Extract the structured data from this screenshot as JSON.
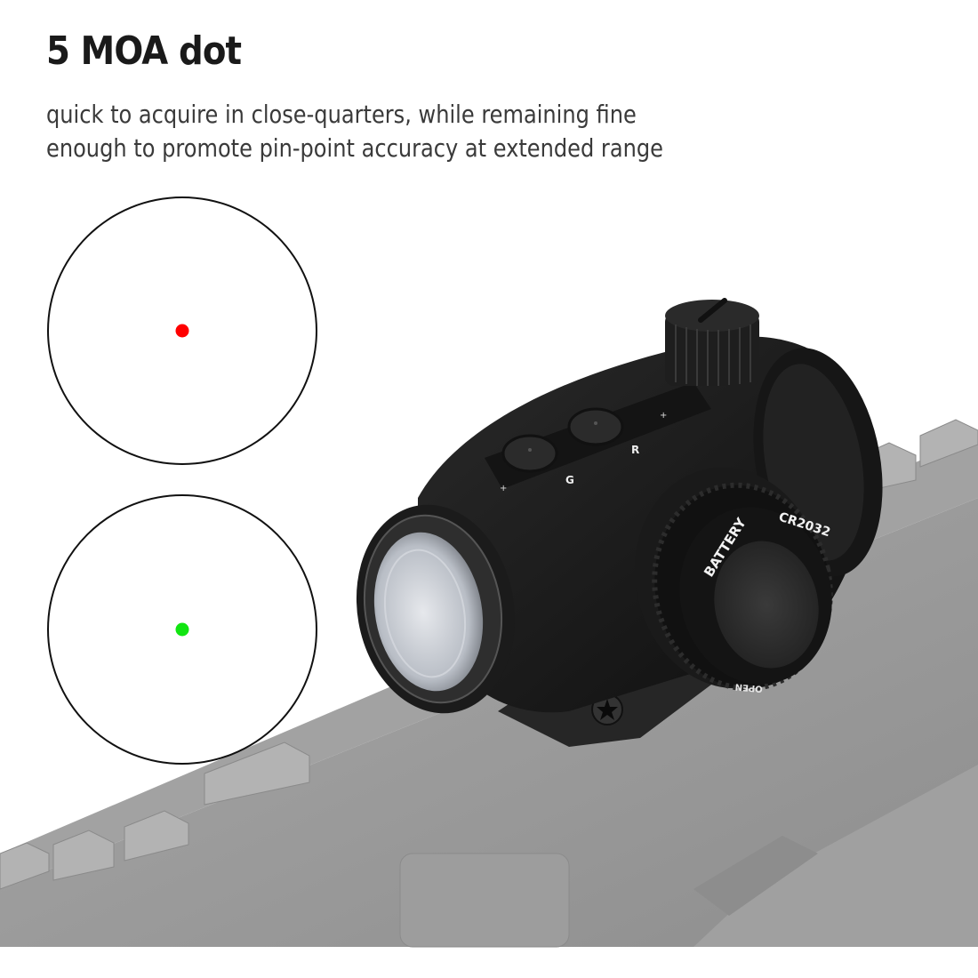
{
  "headline": "5 MOA dot",
  "description": {
    "line1": "quick to acquire in close-quarters, while remaining fine",
    "line2": "enough to promote pin-point accuracy at extended range"
  },
  "reticles": [
    {
      "name": "red-dot-reticle",
      "dot_color": "#ff0000"
    },
    {
      "name": "green-dot-reticle",
      "dot_color": "#11e511"
    }
  ],
  "product": {
    "button_labels": {
      "green": "G",
      "red": "R"
    },
    "battery_cap_text": "BATTERY",
    "battery_model": "CR2032",
    "cap_open_text": "OPEN",
    "colors": {
      "body": "#1c1c1c",
      "rail": "#9a9a9a",
      "rail_dark": "#7d7d7d",
      "lens": "#c9cdd4"
    }
  }
}
